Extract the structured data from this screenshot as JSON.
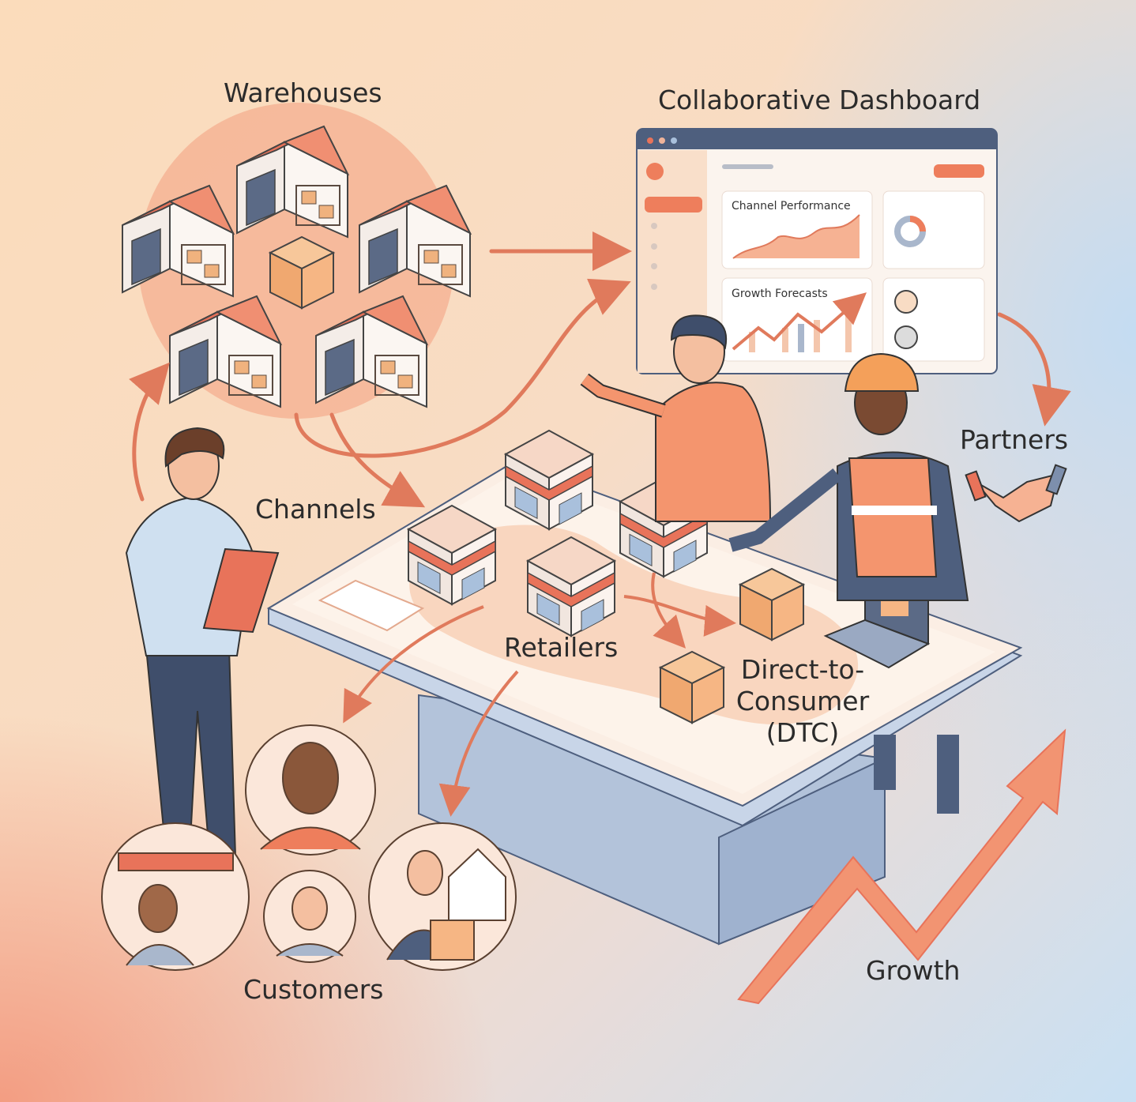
{
  "labels": {
    "warehouses": "Warehouses",
    "dashboard": "Collaborative Dashboard",
    "partners": "Partners",
    "channels": "Channels",
    "retailers": "Retailers",
    "dtc_line1": "Direct-to-",
    "dtc_line2": "Consumer",
    "dtc_line3": "(DTC)",
    "customers": "Customers",
    "growth": "Growth"
  },
  "dashboard": {
    "card1_title": "Channel Performance",
    "card2_title": "Growth Forecasts"
  },
  "colors": {
    "accent": "#ee7e5c",
    "roof": "#e8735a",
    "navy": "#4e5f7e",
    "table_top": "#fbeee4",
    "table_side": "#b9c8de"
  }
}
